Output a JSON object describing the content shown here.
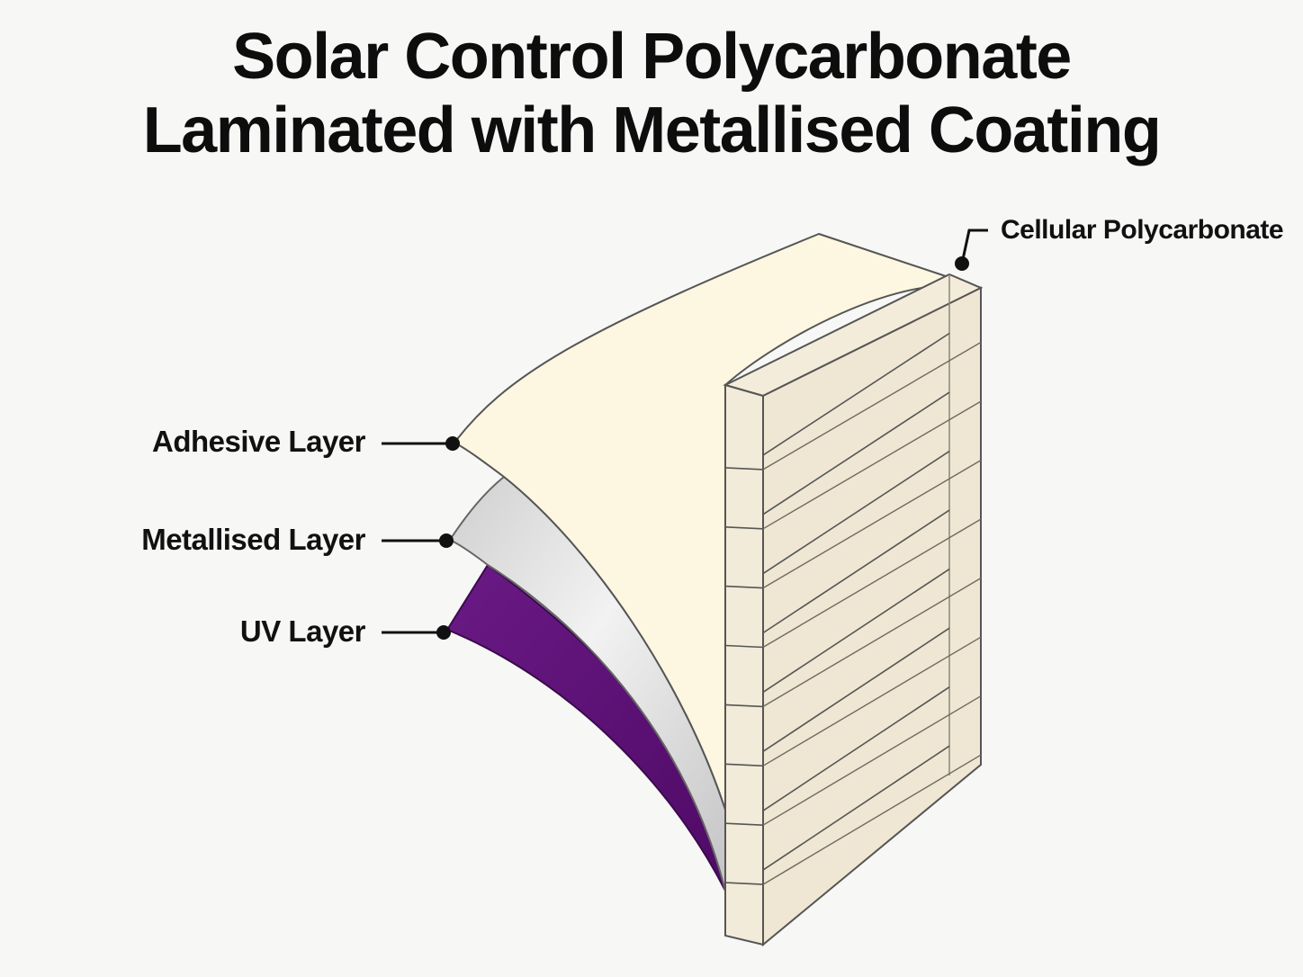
{
  "title": {
    "line1": "Solar Control Polycarbonate",
    "line2": "Laminated with Metallised Coating"
  },
  "labels": {
    "cellular": "Cellular Polycarbonate",
    "adhesive": "Adhesive Layer",
    "metallised": "Metallised Layer",
    "uv": "UV Layer"
  },
  "colors": {
    "adhesive": "#fdf6e0",
    "metallised": "#dcdcdc",
    "uv": "#5e0f78",
    "polycarbonate": "#f1ead8",
    "outline": "#555555",
    "leader": "#111111"
  },
  "panel": {
    "channel_count": 8
  }
}
